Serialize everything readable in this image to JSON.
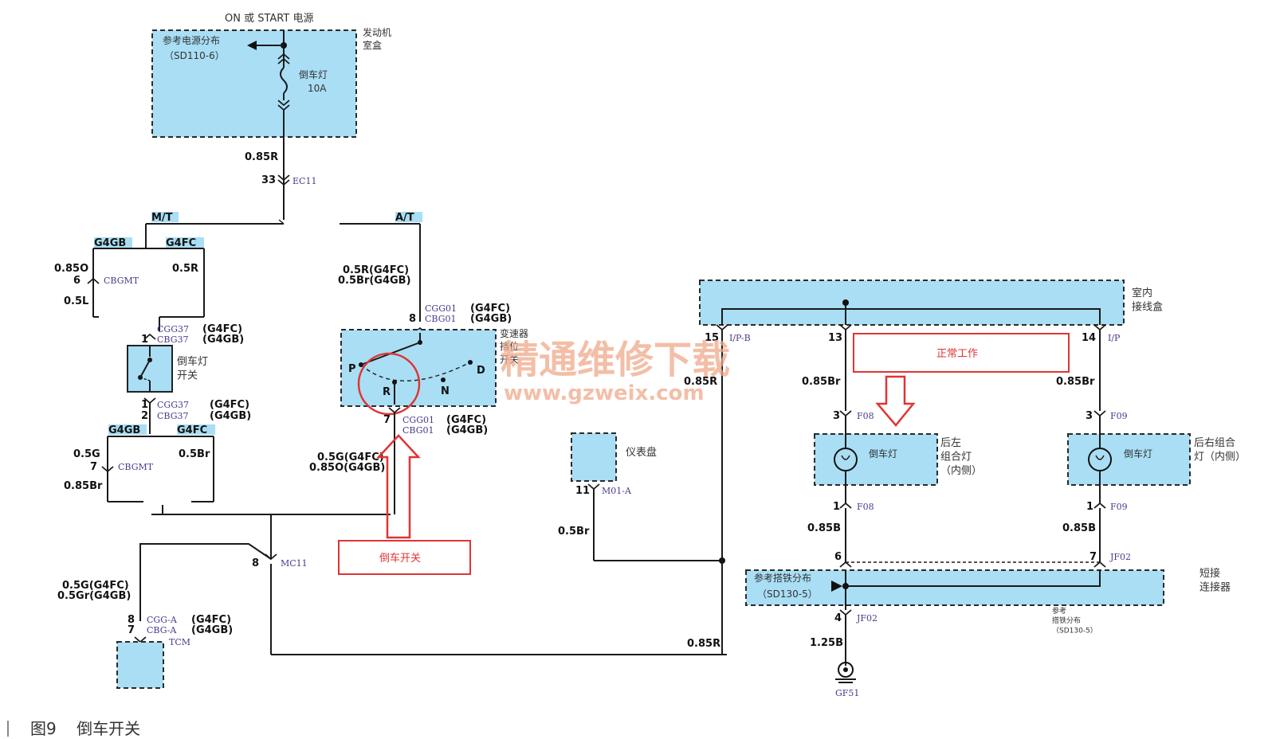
{
  "power": {
    "source": "ON 或 START 电源",
    "ref": "参考电源分布",
    "ref_code": "（SD110-6）",
    "engine_box": "发动机\n室盒",
    "fuse_name": "倒车灯",
    "fuse_rating": "10A"
  },
  "wires": {
    "w_085R": "0.85R",
    "w_05R_g4fc": "0.5R(G4FC)",
    "w_05Br_g4gb": "0.5Br(G4GB)",
    "w_085O": "0.85O",
    "w_05R": "0.5R",
    "w_05L": "0.5L",
    "w_05G": "0.5G",
    "w_05Br": "0.5Br",
    "w_085Br": "0.85Br",
    "w_05G_g4fc": "0.5G(G4FC)",
    "w_085O_g4gb": "0.85O(G4GB)",
    "w_05G_g4fc_b": "0.5G(G4FC)",
    "w_05Gr_g4gb": "0.5Gr(G4GB)",
    "w_085R_main": "0.85R",
    "w_085R_ip": "0.85R",
    "w_085Br_13": "0.85Br",
    "w_085Br_14": "0.85Br",
    "w_085B_l": "0.85B",
    "w_085B_r": "0.85B",
    "w_05Br_cluster": "0.5Br",
    "w_125B": "1.25B",
    "w_085R_bottom": "0.85R"
  },
  "connectors": {
    "ec11_pin": "33",
    "ec11": "EC11",
    "cbgmt_pin": "6",
    "cbgmt": "CBGMT",
    "cbgmt2_pin": "7",
    "cbgmt2": "CBGMT",
    "cgg37": "CGG37",
    "cbg37": "CBG37",
    "cgg37_pin1": "1",
    "cgg37b": "CGG37",
    "cbg37b": "CBG37",
    "pin1": "1",
    "pin2": "2",
    "cgg01": "CGG01",
    "cbg01": "CBG01",
    "cgg01_pin": "8",
    "cgg01b": "CGG01",
    "cbg01b": "CBG01",
    "cgg01b_pin": "7",
    "mc11_pin": "8",
    "mc11": "MC11",
    "cgga": "CGG-A",
    "cbga": "CBG-A",
    "cgga_pin1": "8",
    "cgga_pin2": "7",
    "tcm": "TCM",
    "m01a_pin": "11",
    "m01a": "M01-A",
    "ipb_pin": "15",
    "ipb": "I/P-B",
    "ip13_pin": "13",
    "ip14_pin": "14",
    "ip": "I/P",
    "f08_pin": "3",
    "f08": "F08",
    "f08b_pin": "1",
    "f08b": "F08",
    "f09_pin": "3",
    "f09": "F09",
    "f09b_pin": "1",
    "f09b": "F09",
    "jf02_6": "6",
    "jf02_7": "7",
    "jf02": "JF02",
    "jf02_4": "4",
    "jf02b": "JF02",
    "gf51": "GF51"
  },
  "variants": {
    "g4fc": "(G4FC)",
    "g4gb": "(G4GB)",
    "mt": "M/T",
    "at": "A/T",
    "g4gb_tag": "G4GB",
    "g4fc_tag": "G4FC"
  },
  "components": {
    "reverse_switch": "倒车灯\n开关",
    "trans_range": "变速器\n挡位\n开关",
    "gear_p": "P",
    "gear_r": "R",
    "gear_n": "N",
    "gear_d": "D",
    "cluster": "仪表盘",
    "indoor_box": "室内\n接线盒",
    "lamp_l": "倒车灯",
    "lamp_l_loc": "后左\n组合灯\n（内侧）",
    "lamp_r": "倒车灯",
    "lamp_r_loc": "后右组合\n灯（内侧）",
    "ground_ref": "参考搭铁分布",
    "ground_ref_code": "（SD130-5）",
    "short_conn": "短接\n连接器",
    "ground_ref2": "参考\n搭铁分布\n（SD130-5）"
  },
  "annotations": {
    "normal": "正常工作",
    "switch_label": "倒车开关"
  },
  "watermark": {
    "cn": "精通维修下载",
    "url": "www.gzweix.com"
  },
  "caption": "图9    倒车开关"
}
